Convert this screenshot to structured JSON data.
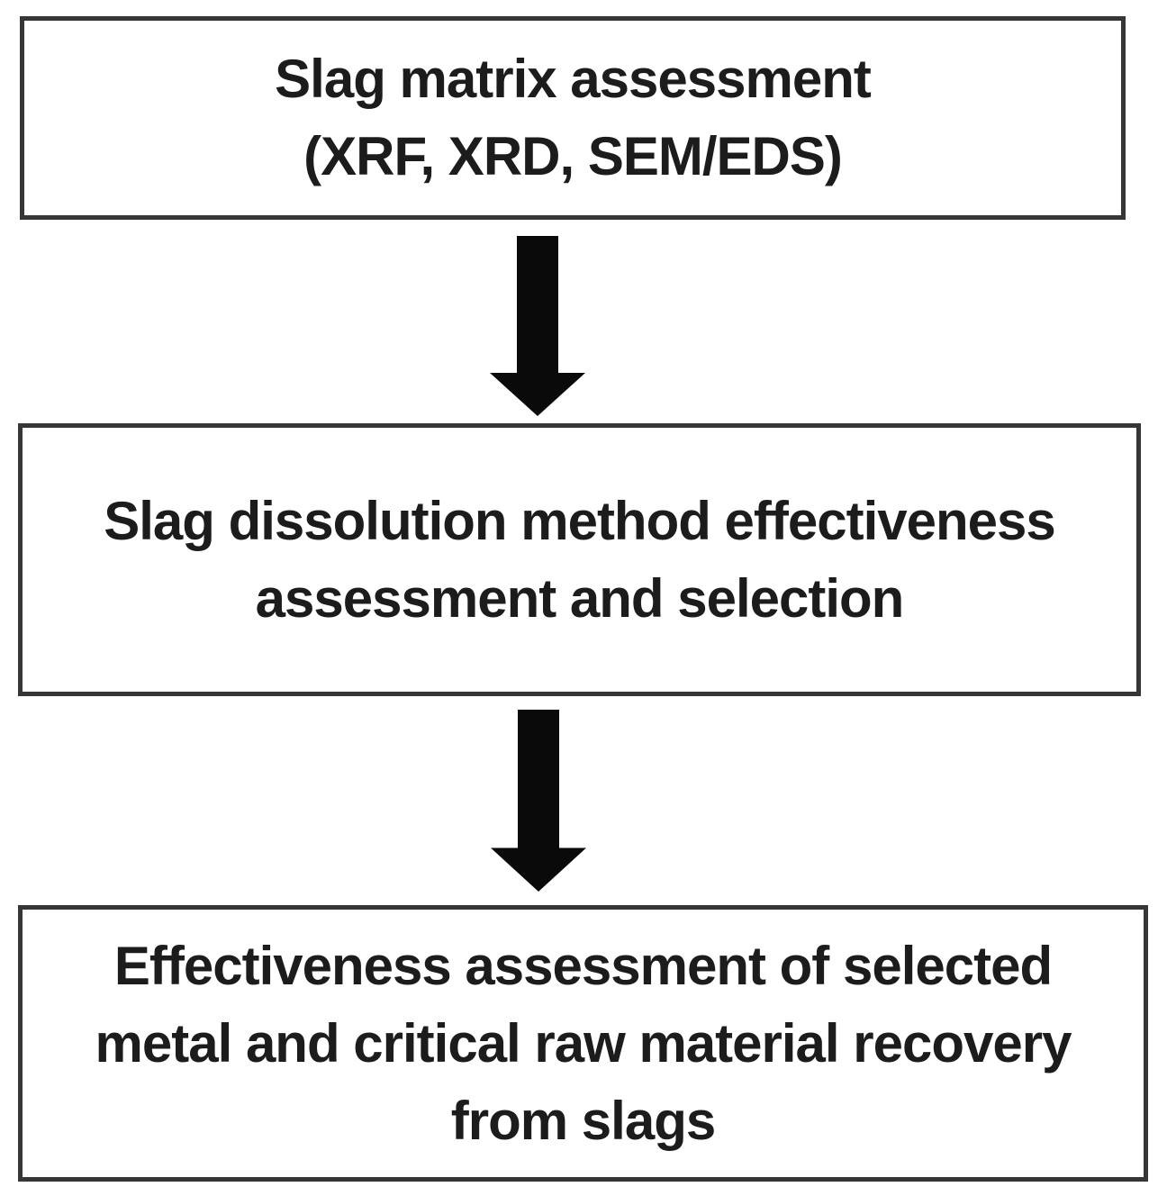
{
  "figure": {
    "type": "flowchart",
    "orientation": "vertical",
    "boxes": [
      {
        "id": "slag-matrix-assessment",
        "lines": [
          "Slag matrix assessment",
          "(XRF, XRD, SEM/EDS)"
        ]
      },
      {
        "id": "dissolution-method-assessment",
        "lines": [
          "Slag dissolution method effectiveness",
          "assessment and selection"
        ]
      },
      {
        "id": "recovery-effectiveness-assessment",
        "lines": [
          "Effectiveness assessment of selected",
          "metal and critical raw material recovery",
          "from slags"
        ]
      }
    ],
    "arrows": [
      {
        "name": "down-arrow-1",
        "direction": "down",
        "from": "slag-matrix-assessment",
        "to": "dissolution-method-assessment"
      },
      {
        "name": "down-arrow-2",
        "direction": "down",
        "from": "dissolution-method-assessment",
        "to": "recovery-effectiveness-assessment"
      }
    ],
    "colors": {
      "border": "#363636",
      "text": "#1c1c1c",
      "arrow": "#0a0a0a",
      "background": "#ffffff"
    }
  }
}
